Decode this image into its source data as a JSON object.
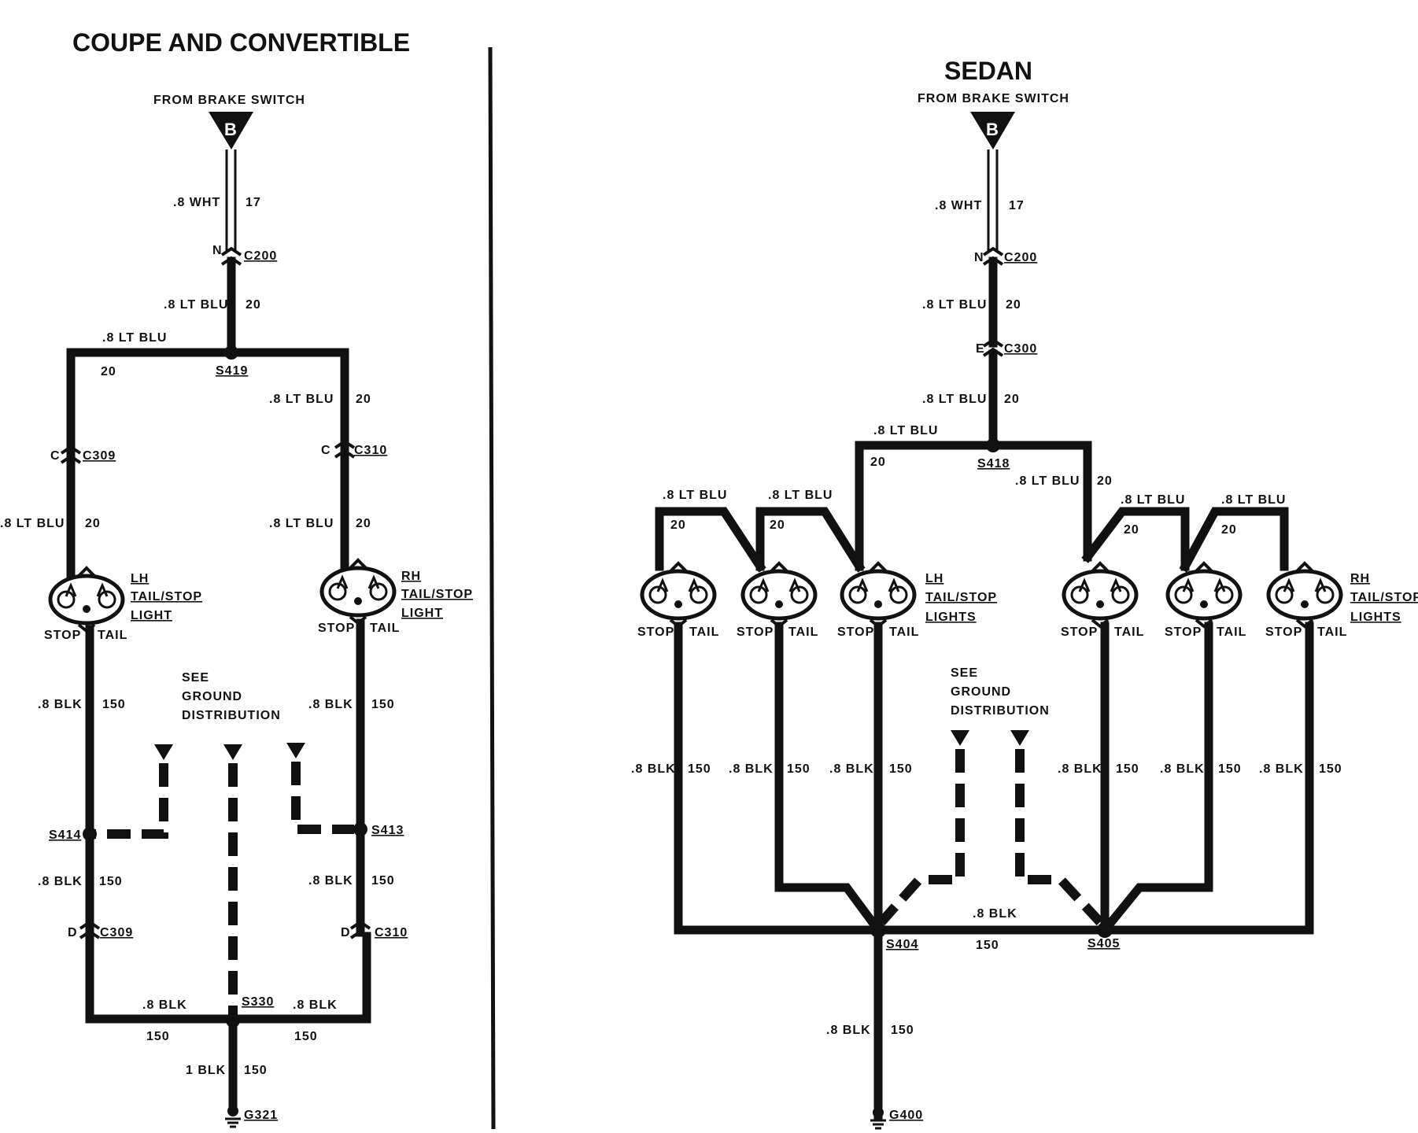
{
  "left": {
    "title": "COUPE AND CONVERTIBLE",
    "source": "FROM BRAKE SWITCH",
    "source_letter": "B",
    "wht": ".8 WHT",
    "ckt17": "17",
    "c200_pin": "N",
    "c200": "C200",
    "w1": ".8 LT BLU",
    "w1n": "20",
    "wl": ".8 LT BLU",
    "wln": "20",
    "s419": "S419",
    "wr": ".8 LT BLU",
    "wrn": "20",
    "c309_pin": "C",
    "c309": "C309",
    "c310_pin": "C",
    "c310": "C310",
    "wl2": ".8 LT BLU",
    "wl2n": "20",
    "wr2": ".8 LT BLU",
    "wr2n": "20",
    "lh1": "LH",
    "lh2": "TAIL/STOP",
    "lh3": "LIGHT",
    "rh1": "RH",
    "rh2": "TAIL/STOP",
    "rh3": "LIGHT",
    "stop": "STOP",
    "tail": "TAIL",
    "bl": ".8 BLK",
    "bln": "150",
    "br": ".8 BLK",
    "brn": "150",
    "see1": "SEE",
    "see2": "GROUND",
    "see3": "DISTRIBUTION",
    "s414": "S414",
    "s413": "S413",
    "bl2": ".8 BLK",
    "bl2n": "150",
    "br2": ".8 BLK",
    "br2n": "150",
    "d309_pin": "D",
    "d309": "C309",
    "d310_pin": "D",
    "d310": "C310",
    "bb": ".8 BLK",
    "bbn": "150",
    "s330": "S330",
    "bb2": ".8 BLK",
    "bb2n": "150",
    "g": "1 BLK",
    "gn": "150",
    "g321": "G321"
  },
  "right": {
    "title": "SEDAN",
    "source": "FROM BRAKE SWITCH",
    "source_letter": "B",
    "wht": ".8 WHT",
    "ckt17": "17",
    "c200_pin": "N",
    "c200": "C200",
    "w1": ".8 LT BLU",
    "w1n": "20",
    "c300_pin": "E",
    "c300": "C300",
    "w2": ".8 LT BLU",
    "w2n": "20",
    "wl": ".8 LT BLU",
    "wln": "20",
    "s418": "S418",
    "wr": ".8 LT BLU",
    "wrn": "20",
    "a1": ".8 LT BLU",
    "a1n": "20",
    "a2": ".8 LT BLU",
    "a2n": "20",
    "a3": ".8 LT BLU",
    "a3n": "20",
    "a4": ".8 LT BLU",
    "a4n": "20",
    "lh1": "LH",
    "lh2": "TAIL/STOP",
    "lh3": "LIGHTS",
    "rh1": "RH",
    "rh2": "TAIL/STOP",
    "rh3": "LIGHTS",
    "stop": "STOP",
    "tail": "TAIL",
    "see1": "SEE",
    "see2": "GROUND",
    "see3": "DISTRIBUTION",
    "blk": ".8 BLK",
    "n150": "150",
    "mid": ".8 BLK",
    "midn": "150",
    "s404": "S404",
    "s405": "S405",
    "g": ".8 BLK",
    "gn": "150",
    "g400": "G400"
  }
}
